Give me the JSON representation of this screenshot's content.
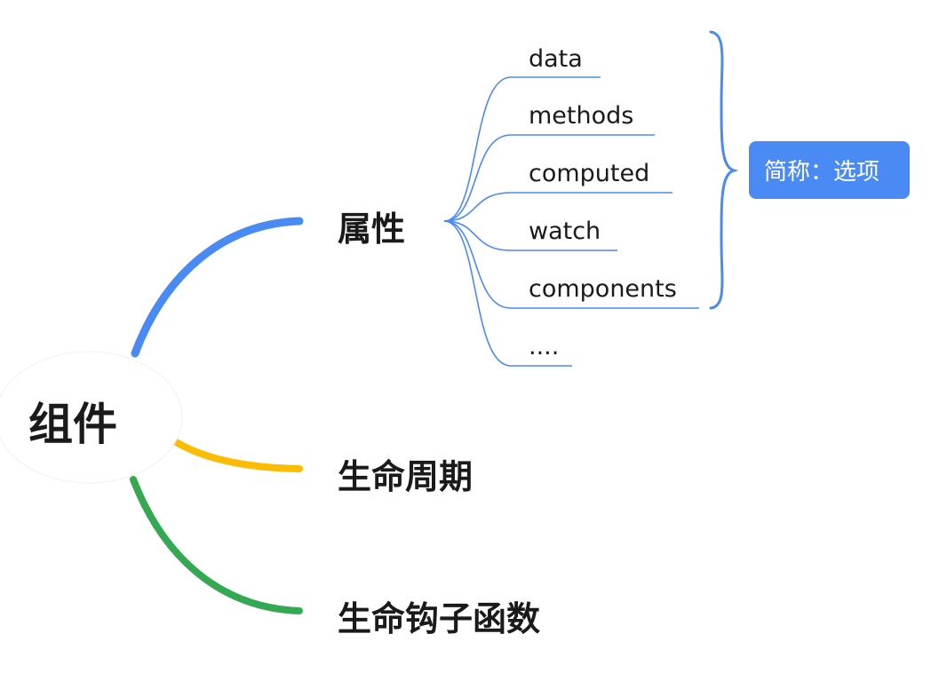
{
  "root": {
    "label": "组件"
  },
  "branches": [
    {
      "label": "属性",
      "color": "#4a8af4"
    },
    {
      "label": "生命周期",
      "color": "#fbbc05"
    },
    {
      "label": "生命钩子函数",
      "color": "#34a853"
    }
  ],
  "attributes": {
    "items": [
      "data",
      "methods",
      "computed",
      "watch",
      "components",
      "...."
    ]
  },
  "summary": {
    "label": "简称：选项",
    "color": "#4a8af4"
  }
}
